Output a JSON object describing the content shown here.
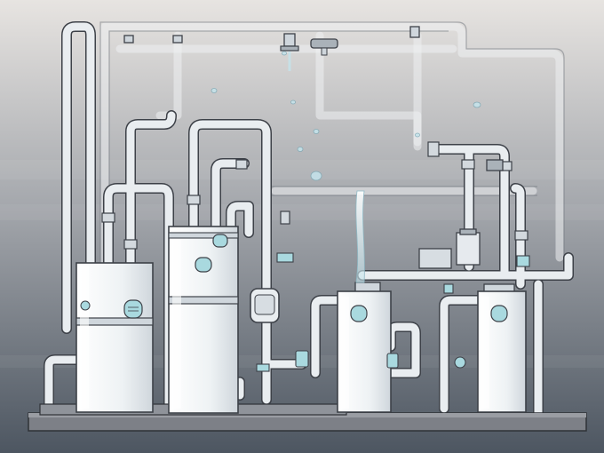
{
  "scene": {
    "subject": "water-treatment-piping-illustration",
    "colors": {
      "background_top": "#e7e4e1",
      "background_bottom": "#4d5661",
      "pipe": "#e9edf0",
      "pipe_outline": "#3d4148",
      "tank": "#f1f4f6",
      "tank_shade": "#d7dde2",
      "gauge": "#a9d9df",
      "water": "#c5e4ec",
      "floor": "#7d8087"
    },
    "tanks": [
      {
        "name": "tank-left-short"
      },
      {
        "name": "tank-left-tall"
      },
      {
        "name": "tank-middle"
      },
      {
        "name": "tank-right"
      }
    ],
    "icons": [
      "gauge-icon",
      "valve-icon",
      "faucet-icon",
      "water-drop-icon"
    ]
  }
}
